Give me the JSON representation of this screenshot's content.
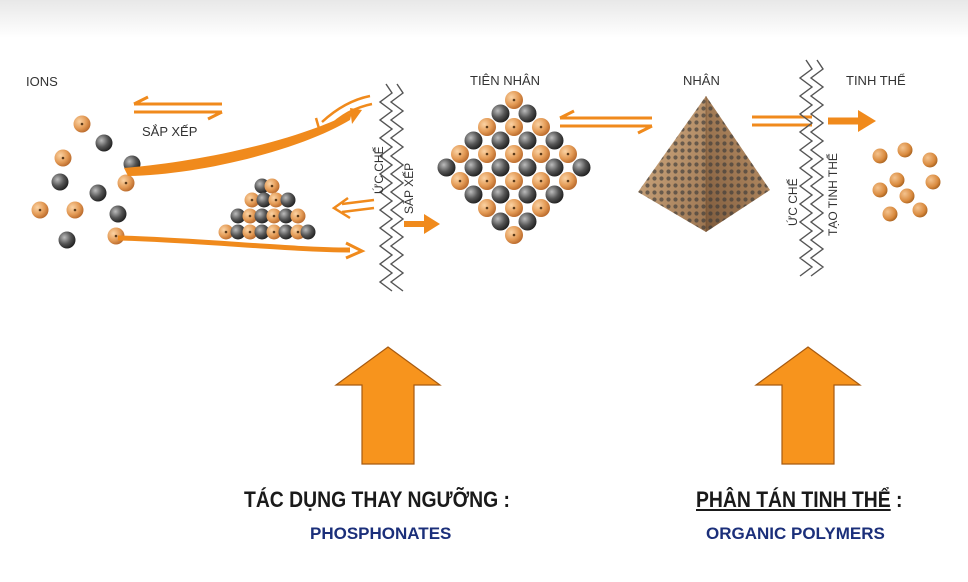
{
  "labels": {
    "ions": "IONS",
    "sap_xep": "SẮP XẾP",
    "tien_nhan": "TIÊN NHÂN",
    "nhan": "NHÂN",
    "tinh_the": "TINH THỂ",
    "uc_che_1": "ỨC CHẾ",
    "sap_xep_v": "SẮP XẾP",
    "uc_che_2": "ỨC CHẾ",
    "tao_tinh_the": "TẠO TINH THỂ"
  },
  "mechanisms": [
    {
      "title": "TÁC DỤNG THAY NGƯỠNG :",
      "agent": "PHOSPHONATES"
    },
    {
      "title_main": "PHÂN TÁN TINH THỂ",
      "title_suffix": " :",
      "agent": "ORGANIC POLYMERS"
    }
  ],
  "colors": {
    "orange": "#f08a1c",
    "big_arrow": "#f7941d",
    "ion_orange": "#e8a060",
    "ion_dark": "#4a4a4a",
    "agent_text": "#1b2f7a"
  }
}
